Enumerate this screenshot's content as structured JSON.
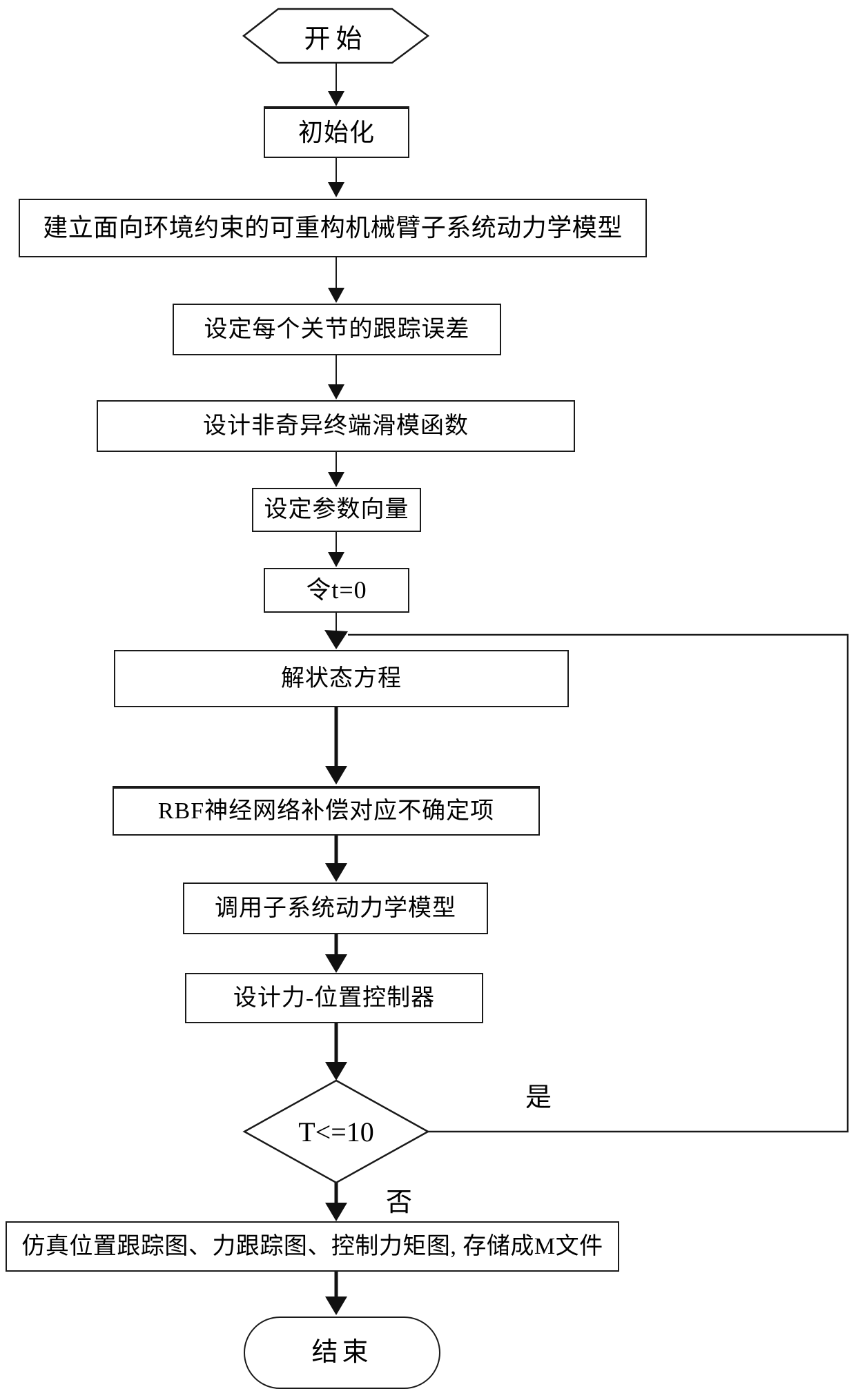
{
  "diagram": {
    "type": "flowchart",
    "background_color": "#ffffff",
    "line_color": "#1a1a1a",
    "nodes": {
      "start": "开始",
      "init": "初始化",
      "build_model": "建立面向环境约束的可重构机械臂子系统动力学模型",
      "set_tracking_error": "设定每个关节的跟踪误差",
      "design_sliding_mode": "设计非奇异终端滑模函数",
      "set_param_vector": "设定参数向量",
      "set_t_zero": "令t=0",
      "solve_state_equation": "解状态方程",
      "rbf_compensation": "RBF神经网络补偿对应不确定项",
      "call_subsystem_model": "调用子系统动力学模型",
      "design_force_position_controller": "设计力-位置控制器",
      "decision": "T<=10",
      "simulate_output": "仿真位置跟踪图、力跟踪图、控制力矩图, 存储成M文件",
      "end": "结束"
    },
    "branch_labels": {
      "yes": "是",
      "no": "否"
    }
  }
}
